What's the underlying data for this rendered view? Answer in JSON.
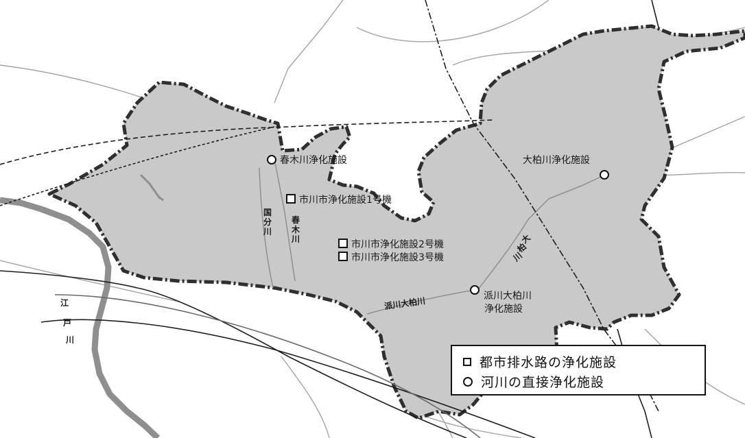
{
  "map": {
    "colors": {
      "area_fill": "#c9c9c9",
      "boundary": "#2f2f2f",
      "river": "#8f8f8f",
      "road": "#9a9a9a",
      "railway": "#1e1e1e"
    },
    "facilities": [
      {
        "id": "harukigawa",
        "label": "春木川浄化施設",
        "symbol": "circle"
      },
      {
        "id": "ichikawa1",
        "label": "市川市浄化施設1号機",
        "symbol": "square"
      },
      {
        "id": "ichikawa2",
        "label": "市川市浄化施設2号機",
        "symbol": "square"
      },
      {
        "id": "ichikawa3",
        "label": "市川市浄化施設3号機",
        "symbol": "square"
      },
      {
        "id": "okashiwa",
        "label": "大柏川浄化施設",
        "symbol": "circle"
      },
      {
        "id": "hakawa_l1",
        "label": "派川大柏川",
        "symbol": "circle"
      },
      {
        "id": "hakawa_l2",
        "label": "浄化施設",
        "symbol": "none"
      }
    ],
    "rivers": {
      "kokubu_1": "国",
      "kokubu_2": "分",
      "kokubu_3": "川",
      "haruki_1": "春",
      "haruki_2": "木",
      "haruki_3": "川",
      "okashiwa_1": "大",
      "okashiwa_2": "柏",
      "okashiwa_3": "川",
      "hakawa": "派川大柏川",
      "edo_1": "江",
      "edo_2": "戸",
      "edo_3": "川"
    }
  },
  "legend": {
    "items": [
      {
        "symbol": "square",
        "label": "都市排水路の浄化施設"
      },
      {
        "symbol": "circle",
        "label": "河川の直接浄化施設"
      }
    ]
  }
}
